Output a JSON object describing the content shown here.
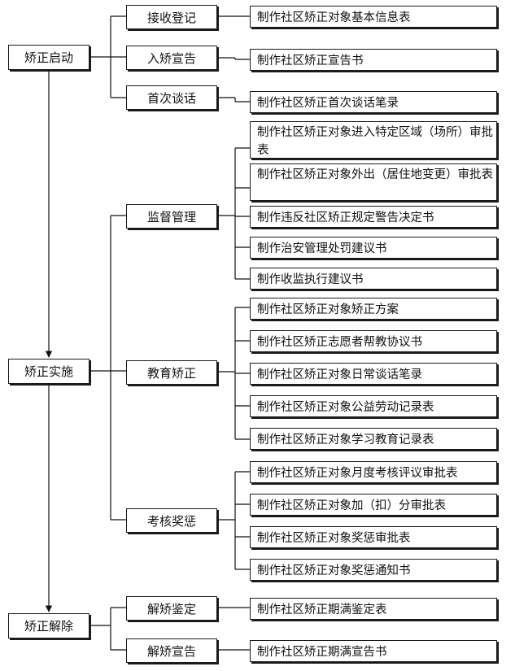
{
  "stages": [
    {
      "label": "矫正启动",
      "groups": [
        {
          "label": "接收登记",
          "items": [
            "制作社区矫正对象基本信息表"
          ]
        },
        {
          "label": "入矫宣告",
          "items": [
            "制作社区矫正宣告书"
          ]
        },
        {
          "label": "首次谈话",
          "items": [
            "制作社区矫正首次谈话笔录"
          ]
        }
      ]
    },
    {
      "label": "矫正实施",
      "groups": [
        {
          "label": "监督管理",
          "items": [
            "制作社区矫正对象进入特定区域（场所）审批表",
            "制作社区矫正对象外出（居住地变更）审批表",
            "制作违反社区矫正规定警告决定书",
            "制作治安管理处罚建议书",
            "制作收监执行建议书"
          ]
        },
        {
          "label": "教育矫正",
          "items": [
            "制作社区矫正对象矫正方案",
            "制作社区矫正志愿者帮教协议书",
            "制作社区矫正对象日常谈话笔录",
            "制作社区矫正对象公益劳动记录表",
            "制作社区矫正对象学习教育记录表"
          ]
        },
        {
          "label": "考核奖惩",
          "items": [
            "制作社区矫正对象月度考核评议审批表",
            "制作社区矫正对象加（扣）分审批表",
            "制作社区矫正对象奖惩审批表",
            "制作社区矫正对象奖惩通知书"
          ]
        }
      ]
    },
    {
      "label": "矫正解除",
      "groups": [
        {
          "label": "解矫鉴定",
          "items": [
            "制作社区矫正期满鉴定表"
          ]
        },
        {
          "label": "解矫宣告",
          "items": [
            "制作社区矫正期满宣告书"
          ]
        }
      ]
    }
  ]
}
